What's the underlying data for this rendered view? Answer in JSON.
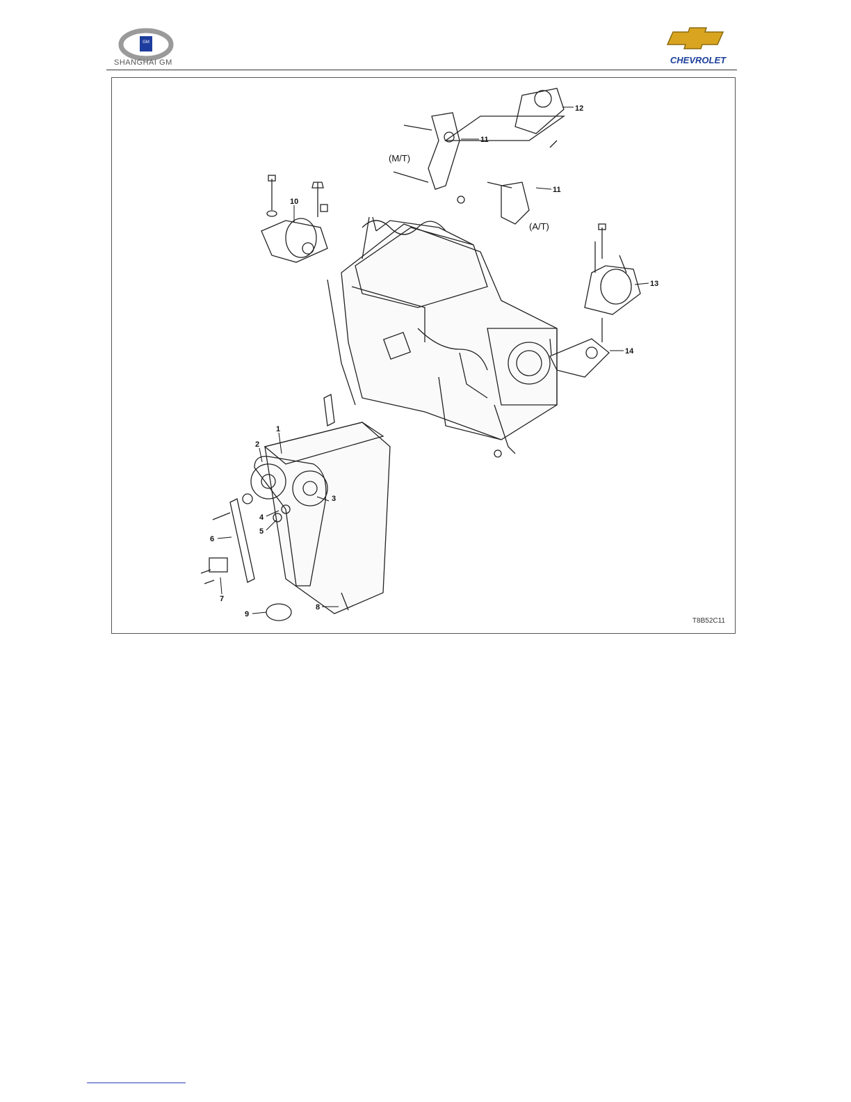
{
  "header": {
    "left_logo_icon": "shanghai-gm-logo",
    "left_logo_text": "SHANGHAI GM",
    "right_logo_icon": "chevrolet-bowtie-logo",
    "right_logo_text": "CHEVROLET",
    "colors": {
      "chevy_gold": "#d9a520",
      "chevy_blue": "#1c3f9a",
      "gm_blue": "#1d3d9e",
      "sgm_silver": "#9a9a9a"
    }
  },
  "figure": {
    "code": "T8B52C11",
    "variants": {
      "mt": "(M/T)",
      "at": "(A/T)"
    },
    "callouts": [
      "1",
      "2",
      "3",
      "4",
      "5",
      "6",
      "7",
      "8",
      "9",
      "10",
      "11",
      "11",
      "12",
      "13",
      "14"
    ]
  }
}
